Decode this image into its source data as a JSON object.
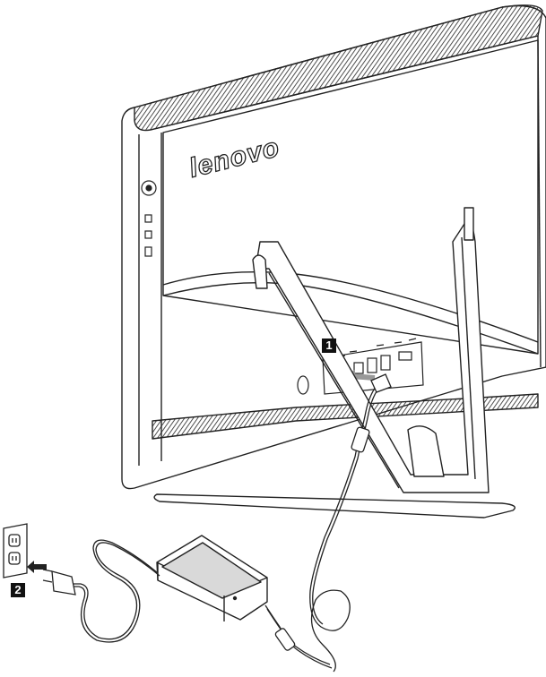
{
  "illustration": {
    "logo_text": "lenovo",
    "step_labels": [
      "1",
      "2"
    ]
  },
  "colors": {
    "line": "#222222",
    "fill_light": "#ffffff",
    "fill_shade": "#d9d9d9",
    "callout_bg": "#111111",
    "callout_text": "#ffffff"
  },
  "icons": [
    "monitor-back",
    "power-jack",
    "usb-ports",
    "hdmi-port",
    "ac-adapter",
    "power-cord",
    "wall-outlet",
    "arrow"
  ]
}
